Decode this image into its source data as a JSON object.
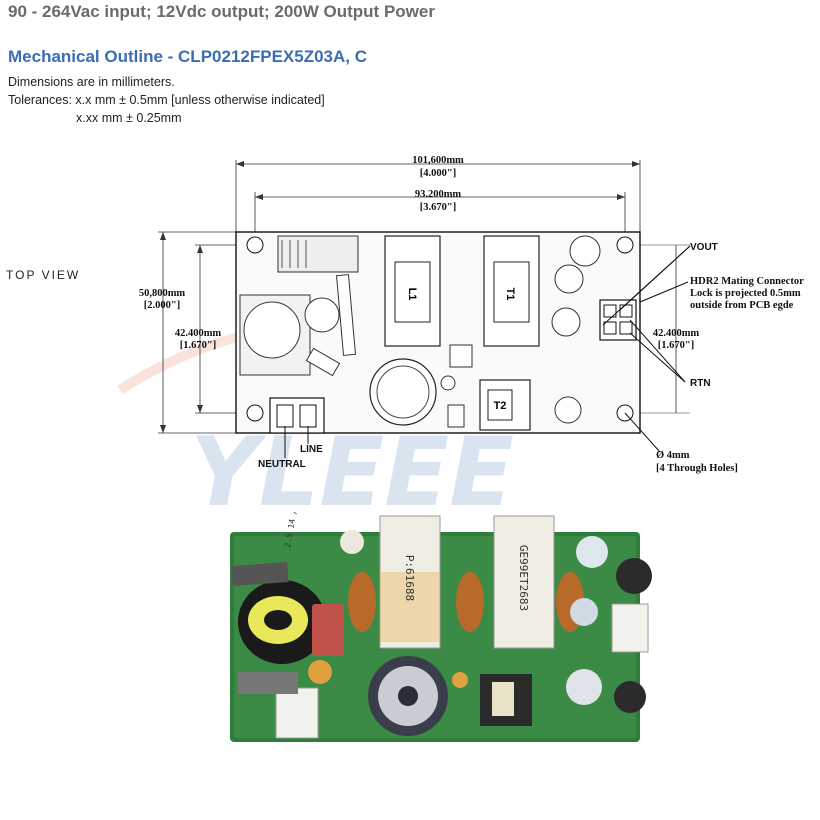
{
  "header": {
    "subtitle": "90 - 264Vac input; 12Vdc output; 200W Output Power"
  },
  "section": {
    "title": "Mechanical Outline - CLP0212FPEX5Z03A, C",
    "units_note": "Dimensions are in millimeters.",
    "tolerance_line1": "Tolerances: x.x mm ± 0.5mm [unless otherwise indicated]",
    "tolerance_line2": "x.xx mm ± 0.25mm"
  },
  "drawing": {
    "view_label": "TOP VIEW",
    "dim_overall_width_mm": "101,600mm",
    "dim_overall_width_in": "[4.000\"]",
    "dim_hole_width_mm": "93.200mm",
    "dim_hole_width_in": "[3.670\"]",
    "dim_overall_height_mm": "50,800mm",
    "dim_overall_height_in": "[2.000\"]",
    "dim_hole_height_left_mm": "42.400mm",
    "dim_hole_height_left_in": "[1.670\"]",
    "dim_hole_height_right_mm": "42.400mm",
    "dim_hole_height_right_in": "[1.670\"]",
    "callout_vout": "VOUT",
    "callout_rtn": "RTN",
    "callout_hdr2_line1": "HDR2 Mating Connector",
    "callout_hdr2_line2": "Lock is projected 0.5mm",
    "callout_hdr2_line3": "outside from PCB egde",
    "callout_neutral": "NEUTRAL",
    "callout_line": "LINE",
    "callout_hole_dia": "Ø 4mm",
    "callout_hole_note": "[4 Through Holes]",
    "transformer_l1": "L1",
    "transformer_t1": "T1",
    "transformer_t2": "T2"
  },
  "photo": {
    "label_p": "P:61688",
    "label_ge": "GE99ET2683",
    "label_lot": "2.5 14 / 33 B"
  },
  "watermark": {
    "text": "YLEEE"
  }
}
